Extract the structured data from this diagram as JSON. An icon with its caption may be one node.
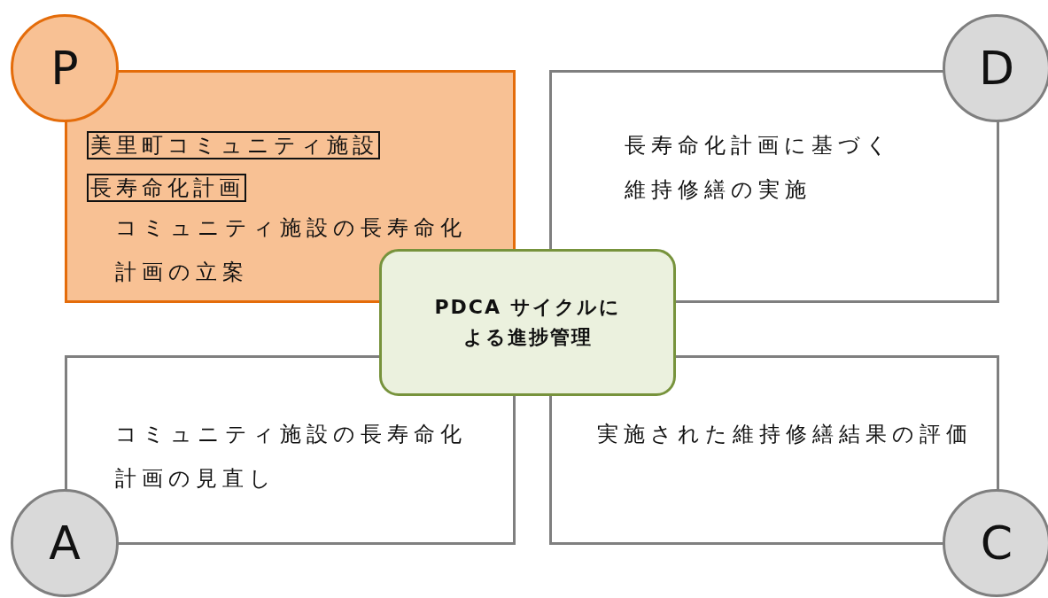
{
  "diagram": {
    "nodes": [
      {
        "text": [
          "コミュニティ施設の長寿命化計画の立案"
        ]
      },
      {
        "text": [
          "美里町コミュニティ施設"
        ],
        "in": 0
      },
      {
        "text": [
          "長寿命化計画"
        ],
        "in": 0
      },
      {
        "text": [
          "長寿命化計画に基づく維持修繕の実施"
        ]
      },
      {
        "text": [
          "コミュニティ施設の長寿命化計画の見直し"
        ]
      },
      {
        "text": [
          "実施された維持修繕結果の評価"
        ]
      },
      {
        "text": [
          "P"
        ]
      },
      {
        "text": [
          "D"
        ]
      },
      {
        "text": [
          "A"
        ]
      },
      {
        "text": [
          "C"
        ]
      },
      {
        "text": [
          "PDCA サイクルによる進捗管理"
        ]
      }
    ],
    "edges": []
  }
}
